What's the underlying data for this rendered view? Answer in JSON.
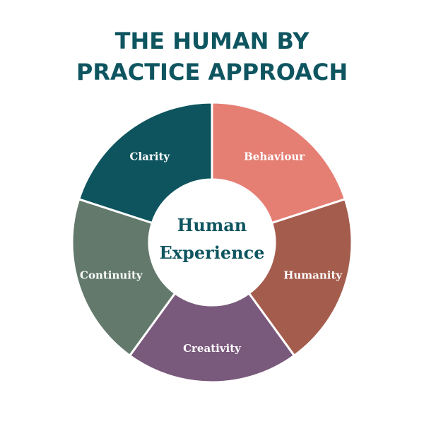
{
  "title": {
    "line1": "THE HUMAN BY",
    "line2": "PRACTICE APPROACH"
  },
  "center": {
    "line1": "Human",
    "line2": "Experience"
  },
  "segments": [
    {
      "label": "Behaviour",
      "color": "#e57f74"
    },
    {
      "label": "Humanity",
      "color": "#a45c4d"
    },
    {
      "label": "Creativity",
      "color": "#7a5a7c"
    },
    {
      "label": "Continuity",
      "color": "#62796c"
    },
    {
      "label": "Clarity",
      "color": "#0d545e"
    }
  ],
  "colors": {
    "title": "#0e5560",
    "center_text": "#0e5560",
    "center_fill": "#ffffff",
    "separator": "#ffffff"
  }
}
